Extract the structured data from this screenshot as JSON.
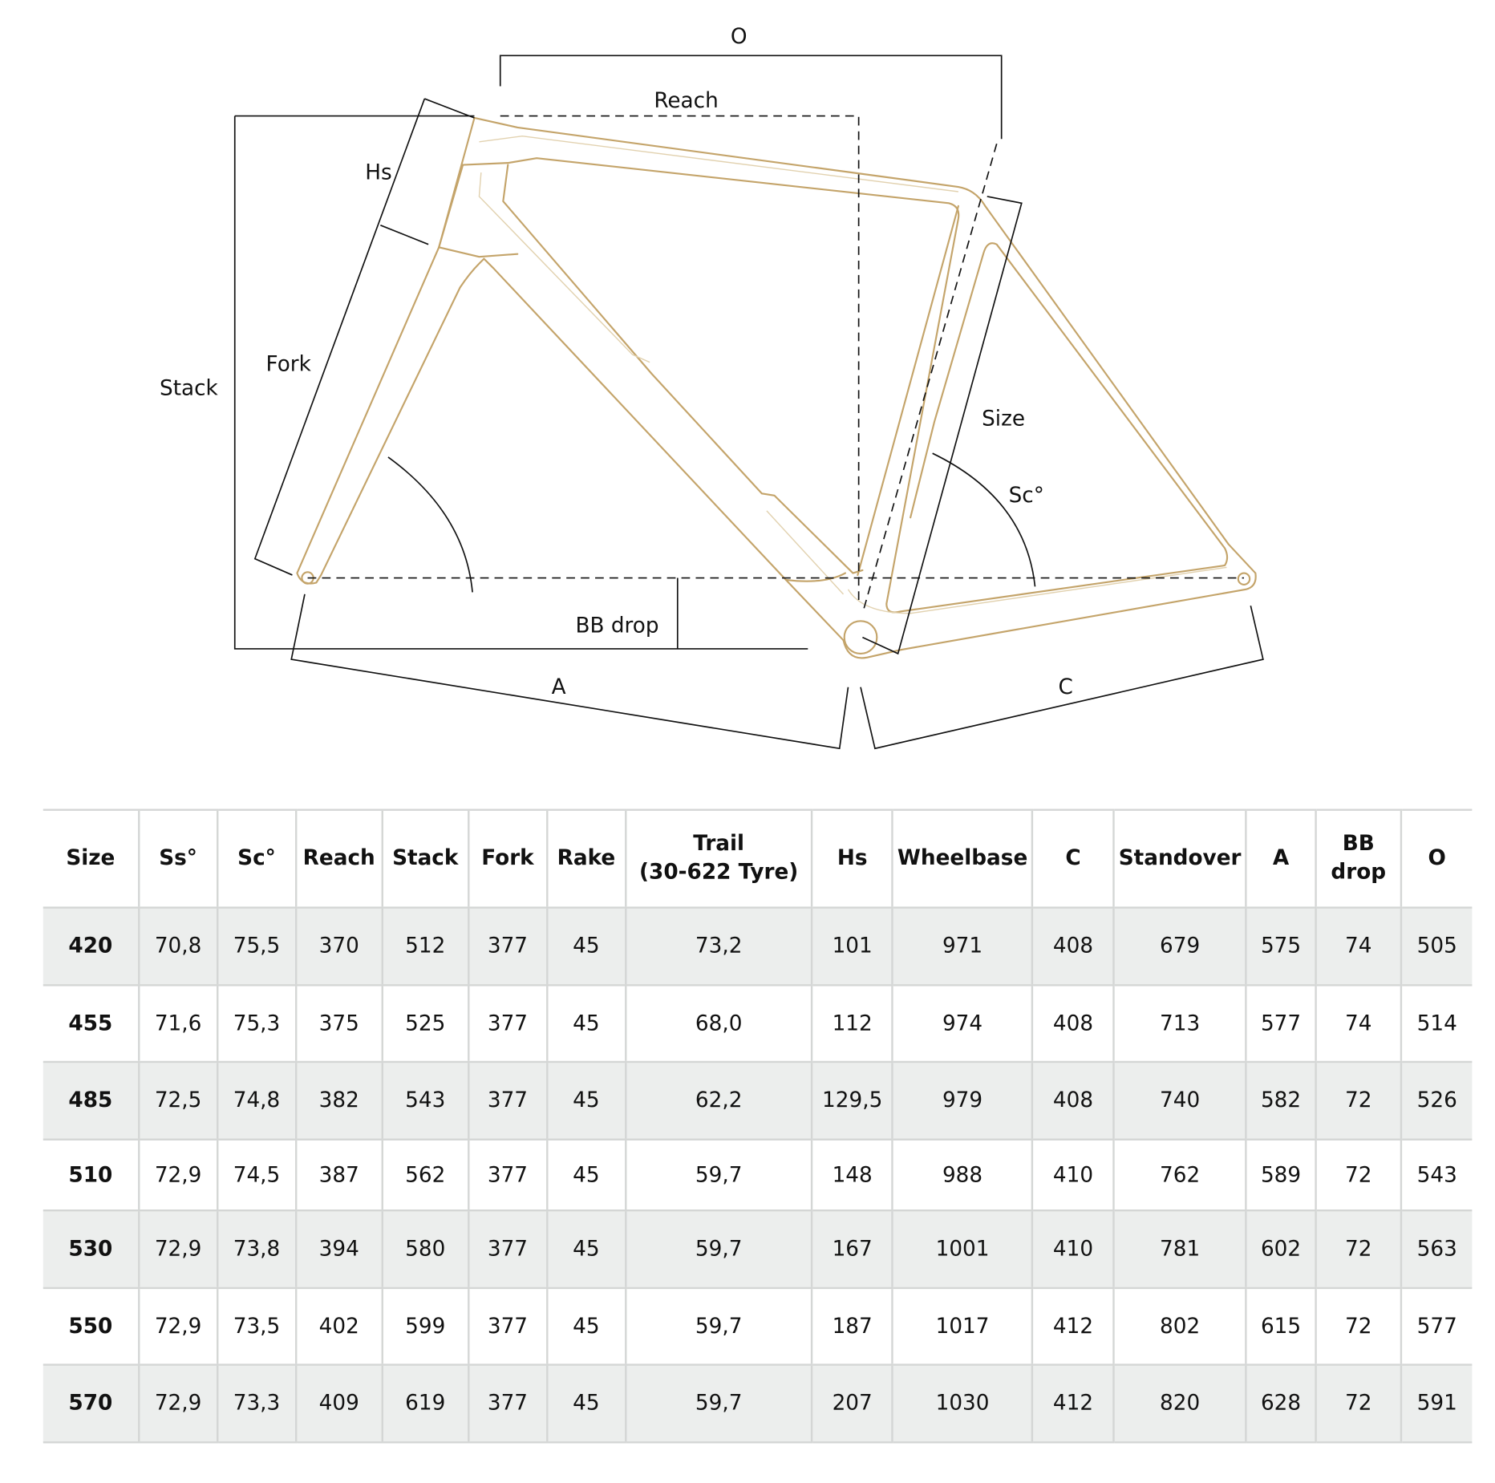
{
  "diagram": {
    "labels": {
      "o": "O",
      "reach": "Reach",
      "hs": "Hs",
      "stack": "Stack",
      "fork": "Fork",
      "size": "Size",
      "sc": "Sc°",
      "bb_drop": "BB drop",
      "a": "A",
      "c": "C"
    },
    "frame_color": "#c4a46a"
  },
  "table": {
    "headers": [
      "Size",
      "Ss°",
      "Sc°",
      "Reach",
      "Stack",
      "Fork",
      "Rake",
      "Trail\n(30-622 Tyre)",
      "Hs",
      "Wheelbase",
      "C",
      "Standover",
      "A",
      "BB\ndrop",
      "O"
    ],
    "rows": [
      [
        "420",
        "70,8",
        "75,5",
        "370",
        "512",
        "377",
        "45",
        "73,2",
        "101",
        "971",
        "408",
        "679",
        "575",
        "74",
        "505"
      ],
      [
        "455",
        "71,6",
        "75,3",
        "375",
        "525",
        "377",
        "45",
        "68,0",
        "112",
        "974",
        "408",
        "713",
        "577",
        "74",
        "514"
      ],
      [
        "485",
        "72,5",
        "74,8",
        "382",
        "543",
        "377",
        "45",
        "62,2",
        "129,5",
        "979",
        "408",
        "740",
        "582",
        "72",
        "526"
      ],
      [
        "510",
        "72,9",
        "74,5",
        "387",
        "562",
        "377",
        "45",
        "59,7",
        "148",
        "988",
        "410",
        "762",
        "589",
        "72",
        "543"
      ],
      [
        "530",
        "72,9",
        "73,8",
        "394",
        "580",
        "377",
        "45",
        "59,7",
        "167",
        "1001",
        "410",
        "781",
        "602",
        "72",
        "563"
      ],
      [
        "550",
        "72,9",
        "73,5",
        "402",
        "599",
        "377",
        "45",
        "59,7",
        "187",
        "1017",
        "412",
        "802",
        "615",
        "72",
        "577"
      ],
      [
        "570",
        "72,9",
        "73,3",
        "409",
        "619",
        "377",
        "45",
        "59,7",
        "207",
        "1030",
        "412",
        "820",
        "628",
        "72",
        "591"
      ]
    ]
  }
}
